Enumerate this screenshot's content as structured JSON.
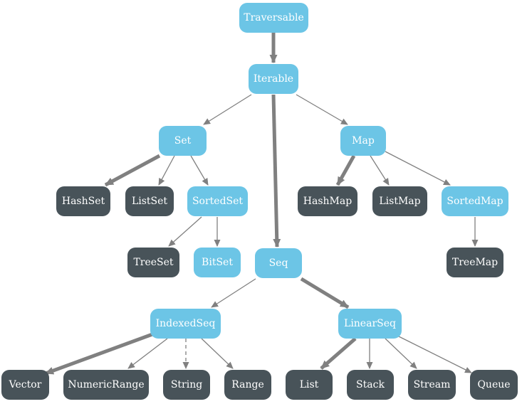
{
  "nodes": {
    "traversable": {
      "label": "Traversable",
      "kind": "trait"
    },
    "iterable": {
      "label": "Iterable",
      "kind": "trait"
    },
    "set": {
      "label": "Set",
      "kind": "trait"
    },
    "map": {
      "label": "Map",
      "kind": "trait"
    },
    "seq": {
      "label": "Seq",
      "kind": "trait"
    },
    "hashset": {
      "label": "HashSet",
      "kind": "impl"
    },
    "listset": {
      "label": "ListSet",
      "kind": "impl"
    },
    "sortedset": {
      "label": "SortedSet",
      "kind": "trait"
    },
    "treeset": {
      "label": "TreeSet",
      "kind": "impl"
    },
    "bitset": {
      "label": "BitSet",
      "kind": "trait"
    },
    "hashmap": {
      "label": "HashMap",
      "kind": "impl"
    },
    "listmap": {
      "label": "ListMap",
      "kind": "impl"
    },
    "sortedmap": {
      "label": "SortedMap",
      "kind": "trait"
    },
    "treemap": {
      "label": "TreeMap",
      "kind": "impl"
    },
    "indexedseq": {
      "label": "IndexedSeq",
      "kind": "trait"
    },
    "linearseq": {
      "label": "LinearSeq",
      "kind": "trait"
    },
    "vector": {
      "label": "Vector",
      "kind": "impl"
    },
    "numericrange": {
      "label": "NumericRange",
      "kind": "impl"
    },
    "string": {
      "label": "String",
      "kind": "impl"
    },
    "range": {
      "label": "Range",
      "kind": "impl"
    },
    "list": {
      "label": "List",
      "kind": "impl"
    },
    "stack": {
      "label": "Stack",
      "kind": "impl"
    },
    "stream": {
      "label": "Stream",
      "kind": "impl"
    },
    "queue": {
      "label": "Queue",
      "kind": "impl"
    }
  },
  "edges": [
    {
      "from": "traversable",
      "to": "iterable",
      "style": "thick"
    },
    {
      "from": "iterable",
      "to": "set",
      "style": "thin"
    },
    {
      "from": "iterable",
      "to": "seq",
      "style": "thick"
    },
    {
      "from": "iterable",
      "to": "map",
      "style": "thin"
    },
    {
      "from": "set",
      "to": "hashset",
      "style": "thick"
    },
    {
      "from": "set",
      "to": "listset",
      "style": "thin"
    },
    {
      "from": "set",
      "to": "sortedset",
      "style": "thin"
    },
    {
      "from": "sortedset",
      "to": "treeset",
      "style": "thin"
    },
    {
      "from": "sortedset",
      "to": "bitset",
      "style": "thin"
    },
    {
      "from": "map",
      "to": "hashmap",
      "style": "thick"
    },
    {
      "from": "map",
      "to": "listmap",
      "style": "thin"
    },
    {
      "from": "map",
      "to": "sortedmap",
      "style": "thin"
    },
    {
      "from": "sortedmap",
      "to": "treemap",
      "style": "thin"
    },
    {
      "from": "seq",
      "to": "indexedseq",
      "style": "thin"
    },
    {
      "from": "seq",
      "to": "linearseq",
      "style": "thick"
    },
    {
      "from": "indexedseq",
      "to": "vector",
      "style": "thick"
    },
    {
      "from": "indexedseq",
      "to": "numericrange",
      "style": "thin"
    },
    {
      "from": "indexedseq",
      "to": "string",
      "style": "dashed"
    },
    {
      "from": "indexedseq",
      "to": "range",
      "style": "thin"
    },
    {
      "from": "linearseq",
      "to": "list",
      "style": "thick"
    },
    {
      "from": "linearseq",
      "to": "stack",
      "style": "thin"
    },
    {
      "from": "linearseq",
      "to": "stream",
      "style": "thin"
    },
    {
      "from": "linearseq",
      "to": "queue",
      "style": "thin"
    }
  ],
  "colors": {
    "trait": "#6cc5e6",
    "impl": "#485359",
    "edge": "#808080",
    "text": "#ffffff"
  }
}
